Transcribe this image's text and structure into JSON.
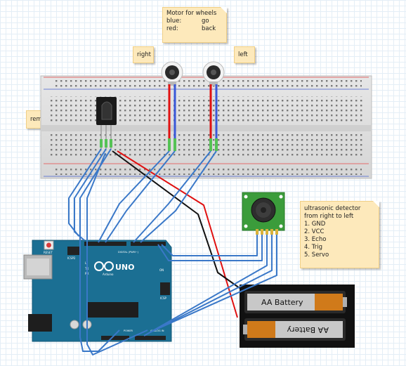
{
  "notes": {
    "motor": {
      "title": "Motor for wheels",
      "rows": [
        {
          "color": "blue:",
          "action": "go"
        },
        {
          "color": "red:",
          "action": "back"
        }
      ]
    },
    "right": "right",
    "left": "left",
    "remote": "remote control",
    "ultrasonic": {
      "lines": [
        "ultrasonic detector",
        "from right to left",
        "1. GND",
        "2. VCC",
        "3. Echo",
        "4. Trig",
        "5. Servo"
      ]
    }
  },
  "arduino": {
    "reset": "RESET",
    "icsp2": "ICSP2",
    "brand": "UNO",
    "sub": "Arduino",
    "digital": "DIGITAL (PWM~)",
    "power": "POWER",
    "analog": "ANALOG IN",
    "led_l": "L",
    "led_tx": "TX",
    "led_rx": "RX",
    "led_on": "ON",
    "icsp": "ICSP"
  },
  "battery": {
    "top_label": "AA Battery",
    "bottom_label": "AA Battery"
  },
  "colors": {
    "wire_blue": "#3a78c8",
    "wire_red": "#e01010",
    "wire_black": "#111111",
    "board": "#1b6f93",
    "sensor": "#3b9c3b",
    "note": "#fde9bb"
  }
}
